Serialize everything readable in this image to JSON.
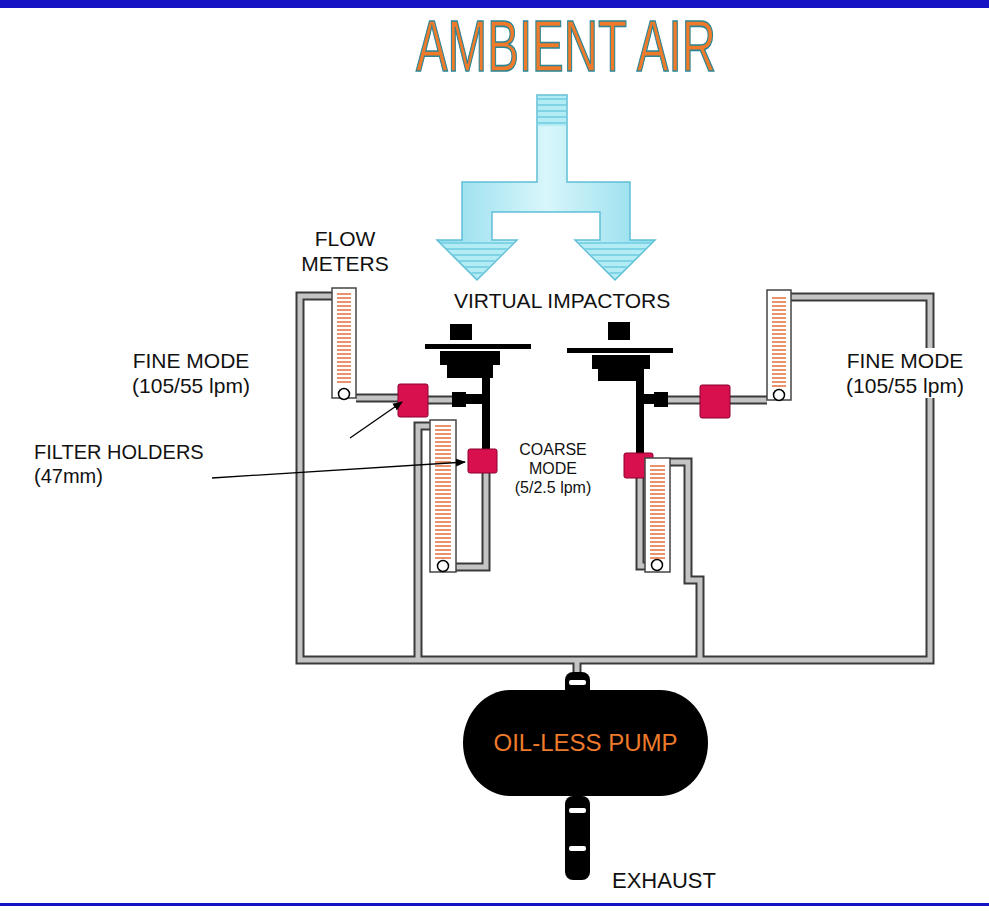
{
  "diagram": {
    "title": "AMBIENT AIR",
    "nodes": [
      {
        "text": [
          "OIL-LESS PUMP"
        ]
      }
    ],
    "labels": [
      "FLOW METERS",
      "VIRTUAL IMPACTORS",
      "FINE MODE (105/55 lpm)",
      "FINE MODE (105/55 lpm)",
      "FILTER HOLDERS (47mm)",
      "COARSE MODE (5/2.5 lpm)",
      "EXHAUST"
    ]
  }
}
